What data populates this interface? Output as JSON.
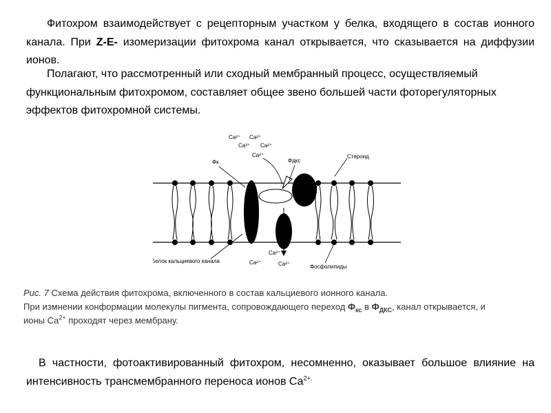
{
  "para1": {
    "pre": "Фитохром взаимодействует с рецепторным участком у белка, входящего в состав ионного канала. При ",
    "bold": "Z-E-",
    "post": " изомеризации фитохрома канал открывается, что сказывается на диффузии ионов."
  },
  "para2": "Полагают, что рассмотренный или сходный мембранный процесс, осуществляемый функциональным фитохромом, составляет общее звено большей части фоторегуляторных эффектов фитохромной системы.",
  "figure": {
    "labels": {
      "ca_top": [
        "Ca²⁺",
        "Ca²⁺",
        "Ca²⁺",
        "Ca²⁺",
        "Ca²⁺"
      ],
      "phi_k": "Фк",
      "phi_dk": "Фдкс",
      "steroid": "Стероид",
      "protein": "Белок кальциевого канала",
      "ca_bottom": [
        "Ca²⁺",
        "Ca²⁺",
        "Ca²⁺"
      ],
      "phospholipids": "Фосфолипиды"
    }
  },
  "caption": {
    "prefix": "Рис. 7",
    "title": " Схема действия фитохрома, включенного в состав кальциевого ионного канала.",
    "line2a": "При измнении конформации молекулы пигмента, сопровождающего переход ",
    "f1": "Ф",
    "f1sub": "кс",
    "mid": " в ",
    "f2": "Ф",
    "f2sub": "ДКС",
    "line2b": ", канал открывается, и",
    "line3a": "ионы Са",
    "line3sup": "2+",
    "line3b": " проходят через мембрану."
  },
  "para4": {
    "text": "В частности, фотоактивированный фитохром, несомненно, оказывает большое влияние на интенсивность трансмембранного переноса ионов Са",
    "sup": "2+."
  }
}
